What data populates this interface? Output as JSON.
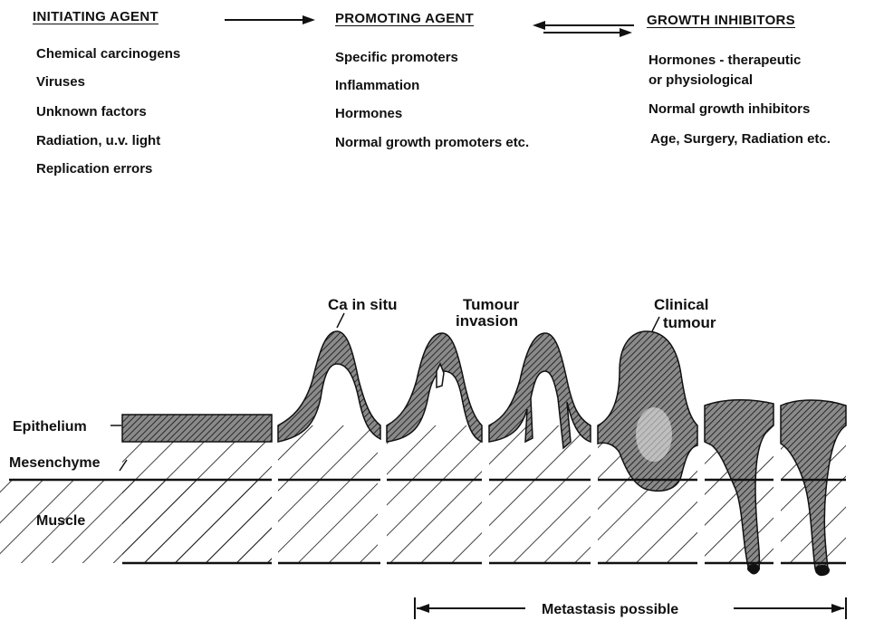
{
  "columns": {
    "initiating": {
      "heading": "INITIATING AGENT",
      "items": [
        "Chemical carcinogens",
        "Viruses",
        "Unknown factors",
        "Radiation, u.v. light",
        "Replication errors"
      ]
    },
    "promoting": {
      "heading": "PROMOTING AGENT",
      "items": [
        "Specific promoters",
        "Inflammation",
        "Hormones",
        "Normal growth promoters etc."
      ]
    },
    "inhibitors": {
      "heading": "GROWTH INHIBITORS",
      "items": [
        "Hormones - therapeutic",
        "or physiological",
        "Normal growth inhibitors",
        "Age, Surgery, Radiation etc."
      ]
    }
  },
  "layers": {
    "epithelium": "Epithelium",
    "mesenchyme": "Mesenchyme",
    "muscle": "Muscle"
  },
  "stages": {
    "ca_in_situ": "Ca in situ",
    "tumour_invasion_1": "Tumour",
    "tumour_invasion_2": "invasion",
    "clinical_1": "Clinical",
    "clinical_2": "tumour"
  },
  "metastasis": "Metastasis possible"
}
